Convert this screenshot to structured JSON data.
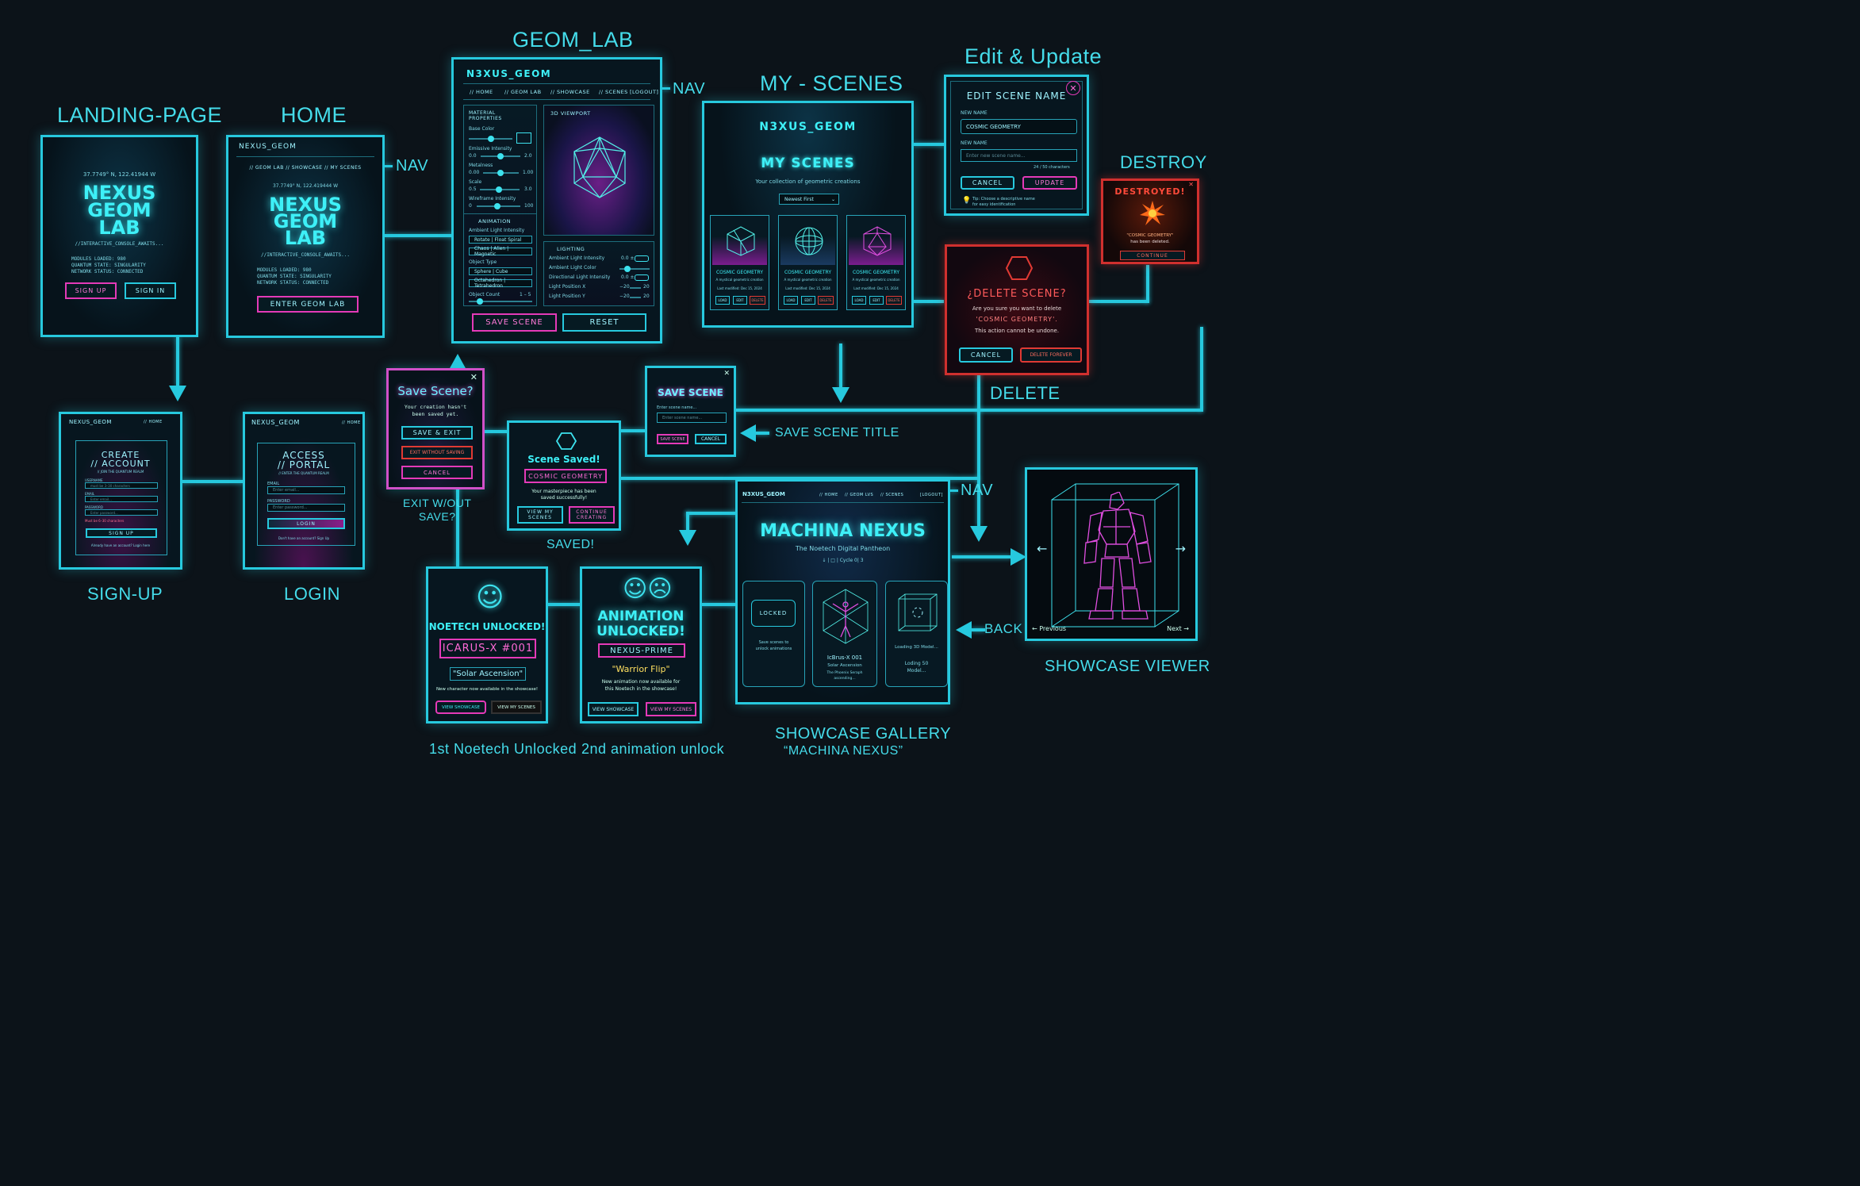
{
  "labels": {
    "landing": "LANDING-PAGE",
    "home": "HOME",
    "geomlab": "GEOM_LAB",
    "myscenes": "MY - SCENES",
    "edit": "Edit & Update",
    "destroy": "DESTROY",
    "delete": "DELETE",
    "nav1": "NAV",
    "nav2": "NAV",
    "nav3": "NAV",
    "signup": "SIGN-UP",
    "login": "LOGIN",
    "exit_q": "EXIT W/OUT\nSAVE?",
    "saved": "SAVED!",
    "save_title": "SAVE  SCENE TITLE",
    "first_unlock": "1st Noetech Unlocked",
    "second_unlock": "2nd animation unlock",
    "gallery": "SHOWCASE GALLERY",
    "gallery_sub": "“MACHINA NEXUS”",
    "back": "BACK",
    "viewer": "SHOWCASE VIEWER"
  },
  "landing": {
    "coords": "37.7749° N, 122.41944 W",
    "title1": "NEXUS",
    "title2": "GEOM",
    "title3": "LAB",
    "console": "//INTERACTIVE_CONSOLE_AWAITS...",
    "stat1": "MODULES LOADED: 980",
    "stat2": "QUANTUM STATE: SINGULARITY",
    "stat3": "NETWORK STATUS: CONNECTED",
    "signup": "SIGN UP",
    "signin": "SIGN IN"
  },
  "home": {
    "brand": "NEXUS_GEOM",
    "nav": "// GEOM LAB    // SHOWCASE    // MY SCENES",
    "coords": "37.7749° N, 122.419444 W",
    "title1": "NEXUS",
    "title2": "GEOM",
    "title3": "LAB",
    "console": "//INTERACTIVE_CONSOLE_AWAITS...",
    "stat1": "MODULES LOADED: 980",
    "stat2": "QUANTUM STATE: SINGULARITY",
    "stat3": "NETWORK STATUS: CONNECTED",
    "enter": "ENTER GEOM LAB"
  },
  "geom": {
    "brand": "N3XUS_GEOM",
    "nav": [
      "// HOME",
      "// GEOM LAB",
      "// SHOWCASE",
      "// SCENES",
      "[LOGOUT]"
    ],
    "material": "MATERIAL PROPERTIES",
    "base": "Base Color",
    "emissive": "Emissive Intensity",
    "e_min": "0.0",
    "e_max": "2.0",
    "metal": "Metalness",
    "m_min": "0.00",
    "m_max": "1.00",
    "scale": "Scale",
    "s_min": "0.5",
    "s_max": "3.0",
    "wire": "Wireframe Intensity",
    "w_min": "0",
    "w_max": "100",
    "anim": "ANIMATION",
    "ambient": "Ambient Light Intensity",
    "rot": "Rotate | Float Spiral",
    "chaos": "Chaos | Alien | Magnetic",
    "objtype": "Object Type",
    "sphere": "Sphere | Cube",
    "octa": "Octahedron | Tetrahedron",
    "count": "Object Count",
    "count_r": "1 – 5",
    "viewport": "3D VIEWPORT",
    "lighting": "LIGHTING",
    "l1": "Ambient Light Intensity",
    "l1v": "0.0 ±",
    "l2": "Ambient Light Color",
    "l3": "Directional Light Intensity",
    "l3v": "0.0 ±",
    "l4": "Light Position X",
    "l4a": "−20",
    "l4b": "20",
    "l5": "Light Position Y",
    "l5a": "−20",
    "l5b": "20",
    "save": "SAVE SCENE",
    "reset": "RESET"
  },
  "signupc": {
    "brand": "NEXUS_GEOM",
    "nav": "// HOME",
    "title1": "CREATE",
    "title2": "// ACCOUNT",
    "sub": "// JOIN THE QUANTUM REALM",
    "user": "USERNAME",
    "user_ph": "must be 3–30 characters",
    "email": "EMAIL",
    "email_ph": "Enter email...",
    "pass": "PASSWORD",
    "pass_ph": "Enter password...",
    "hint": "Must be 6–30 characters",
    "btn": "SIGN UP",
    "foot": "Already have an account?  Login here"
  },
  "loginc": {
    "brand": "NEXUS_GEOM",
    "nav": "// HOME",
    "title1": "ACCESS",
    "title2": "// PORTAL",
    "sub": "// ENTER THE QUANTUM REALM",
    "email": "EMAIL",
    "email_ph": "Enter email...",
    "pass": "PASSWORD",
    "pass_ph": "Enter password...",
    "btn": "LOGIN",
    "foot": "Don't have an account?  Sign Up"
  },
  "savedlg": {
    "title": "Save Scene?",
    "msg1": "Your creation hasn't",
    "msg2": "been saved yet.",
    "b1": "SAVE & EXIT",
    "b2": "EXIT WITHOUT SAVING",
    "b3": "CANCEL"
  },
  "saved": {
    "title": "Scene Saved!",
    "name": "COSMIC GEOMETRY",
    "msg1": "Your masterpiece has been",
    "msg2": "saved successfully!",
    "b1a": "VIEW MY",
    "b1b": "SCENES",
    "b2a": "CONTINUE",
    "b2b": "CREATING"
  },
  "savetitle": {
    "title": "SAVE SCENE",
    "lbl": "Enter scene name...",
    "ph": "Enter scene name...",
    "b1": "SAVE SCENE",
    "b2": "CANCEL"
  },
  "myscenes": {
    "brand": "N3XUS_GEOM",
    "title": "MY SCENES",
    "sub": "Your collection of geometric creations",
    "sort": "Newest First",
    "cards": [
      {
        "name": "COSMIC GEOMETRY",
        "desc": "A mystical geometric creation",
        "date": "Last modified: Dec 15, 2024"
      },
      {
        "name": "COSMIC GEOMETRY",
        "desc": "A mystical geometric creation",
        "date": "Last modified: Dec 15, 2024"
      },
      {
        "name": "COSMIC GEOMETRY",
        "desc": "A mystical geometric creation",
        "date": "Last modified: Dec 15, 2024"
      }
    ],
    "load": "LOAD",
    "edit": "EDIT",
    "del": "DELETE"
  },
  "editc": {
    "title": "EDIT SCENE NAME",
    "new1": "NEW NAME",
    "val": "COSMIC GEOMETRY",
    "new2": "NEW NAME",
    "ph": "Enter new scene name...",
    "count": "24 / 50 characters",
    "cancel": "CANCEL",
    "update": "UPDATE",
    "tip1": "Tip: Choose a descriptive name",
    "tip2": "for easy identification"
  },
  "deletec": {
    "title": "¿DELETE SCENE?",
    "msg1": "Are you sure you want to delete",
    "msg2": "'COSMIC GEOMETRY'.",
    "msg3": "This action cannot be undone.",
    "cancel": "CANCEL",
    "forever": "DELETE FOREVER"
  },
  "destroyed": {
    "title": "DESTROYED!",
    "name": "\"COSMIC GEOMETRY\"",
    "msg": "has been deleted.",
    "btn": "CONTINUE"
  },
  "unlock1": {
    "title": "NOETECH UNLOCKED!",
    "name": "ICARUS-X #001",
    "sub": "\"Solar Ascension\"",
    "msg": "New character now available in the showcase!",
    "b1": "VIEW SHOWCASE",
    "b2": "VIEW MY SCENES"
  },
  "unlock2": {
    "title1": "ANIMATION",
    "title2": "UNLOCKED!",
    "name": "NEXUS-PRIME",
    "sub": "\"Warrior Flip\"",
    "msg1": "New animation now available for",
    "msg2": "this Noetech in the showcase!",
    "b1": "VIEW SHOWCASE",
    "b2": "VIEW MY SCENES"
  },
  "gallery": {
    "brand": "N3XUS_GEOM",
    "nav": [
      "// HOME",
      "// GEOM LVS",
      "// SCENES",
      "[LOGOUT]"
    ],
    "title": "MACHINA NEXUS",
    "sub": "The Noetech Digital Pantheon",
    "meta": "↓ | □ |  Cycle 0|  3",
    "locked": "LOCKED",
    "lmsg1": "Save scenes to",
    "lmsg2": "unlock animations",
    "c2a": "IcBrus-X 001",
    "c2b": "Solar Ascension",
    "c2c": "The Phoenix Seraph",
    "c2d": "ascending...",
    "c3a": "Loading 3D Model...",
    "c3b": "Loding 50",
    "c3c": "Model..."
  },
  "viewer": {
    "prev": "Previous",
    "next": "Next"
  }
}
